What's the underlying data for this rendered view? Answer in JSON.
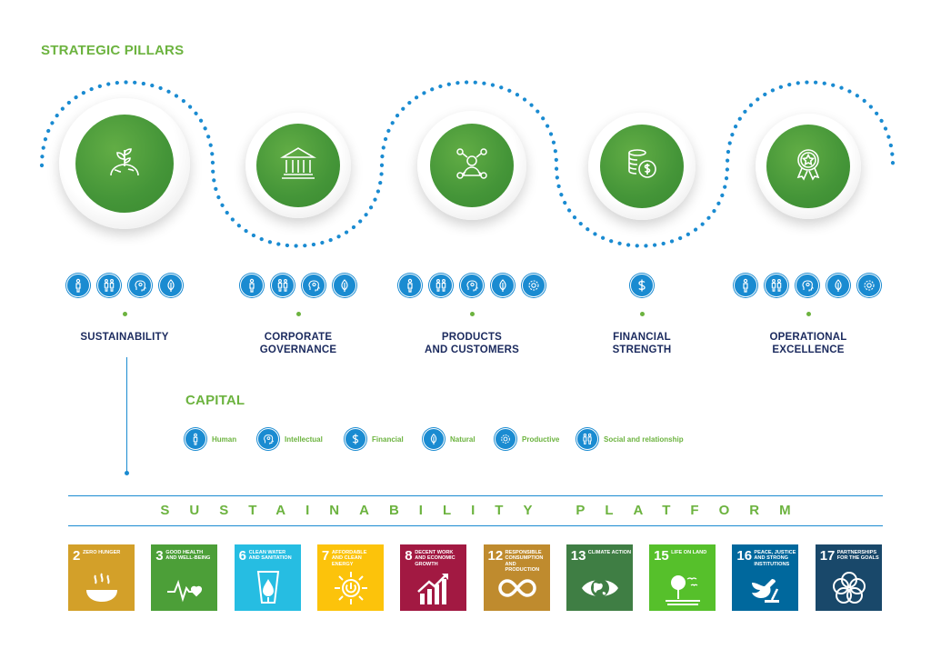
{
  "titles": {
    "strategic_pillars": "STRATEGIC PILLARS",
    "capital": "CAPITAL",
    "platform": "SUSTAINABILITY PLATFORM"
  },
  "pillars": [
    {
      "label": "SUSTAINABILITY",
      "icon": "plant-globe-icon",
      "capitals": [
        "human",
        "social",
        "intellectual",
        "natural"
      ]
    },
    {
      "label": "CORPORATE\nGOVERNANCE",
      "icon": "bank-building-icon",
      "capitals": [
        "human",
        "social",
        "intellectual",
        "natural"
      ]
    },
    {
      "label": "PRODUCTS\nAND CUSTOMERS",
      "icon": "customer-network-icon",
      "capitals": [
        "human",
        "social",
        "intellectual",
        "natural",
        "productive"
      ]
    },
    {
      "label": "FINANCIAL\nSTRENGTH",
      "icon": "coins-dollar-icon",
      "capitals": [
        "financial"
      ]
    },
    {
      "label": "OPERATIONAL\nEXCELLENCE",
      "icon": "award-badge-icon",
      "capitals": [
        "human",
        "social",
        "intellectual",
        "natural",
        "productive"
      ]
    }
  ],
  "capital_legend": [
    {
      "key": "human",
      "label": "Human",
      "icon": "person-icon"
    },
    {
      "key": "intellectual",
      "label": "Intellectual",
      "icon": "brain-head-icon"
    },
    {
      "key": "financial",
      "label": "Financial",
      "icon": "dollar-icon"
    },
    {
      "key": "natural",
      "label": "Natural",
      "icon": "leaf-icon"
    },
    {
      "key": "productive",
      "label": "Productive",
      "icon": "gear-icon"
    },
    {
      "key": "social",
      "label": "Social and relationship",
      "icon": "people-icon"
    }
  ],
  "sdgs": [
    {
      "num": "2",
      "title": "ZERO HUNGER",
      "color": "#d3a029",
      "icon": "bowl-icon"
    },
    {
      "num": "3",
      "title": "GOOD HEALTH AND WELL-BEING",
      "color": "#4c9f38",
      "icon": "heartbeat-icon"
    },
    {
      "num": "6",
      "title": "CLEAN WATER AND SANITATION",
      "color": "#26bde2",
      "icon": "water-glass-icon"
    },
    {
      "num": "7",
      "title": "AFFORDABLE AND CLEAN ENERGY",
      "color": "#fcc30b",
      "icon": "sun-power-icon"
    },
    {
      "num": "8",
      "title": "DECENT WORK AND ECONOMIC GROWTH",
      "color": "#a21942",
      "icon": "growth-chart-icon"
    },
    {
      "num": "12",
      "title": "RESPONSIBLE CONSUMPTION AND PRODUCTION",
      "color": "#bf8b2e",
      "icon": "infinity-icon"
    },
    {
      "num": "13",
      "title": "CLIMATE ACTION",
      "color": "#3f7e44",
      "icon": "eye-globe-icon"
    },
    {
      "num": "15",
      "title": "LIFE ON LAND",
      "color": "#56c02b",
      "icon": "tree-birds-icon"
    },
    {
      "num": "16",
      "title": "PEACE, JUSTICE AND STRONG INSTITUTIONS",
      "color": "#00689d",
      "icon": "dove-gavel-icon"
    },
    {
      "num": "17",
      "title": "PARTNERSHIPS FOR THE GOALS",
      "color": "#19486a",
      "icon": "rings-icon"
    }
  ],
  "colors": {
    "green": "#6cb33f",
    "blue": "#1a8bd1",
    "navy": "#1b2a5e"
  }
}
